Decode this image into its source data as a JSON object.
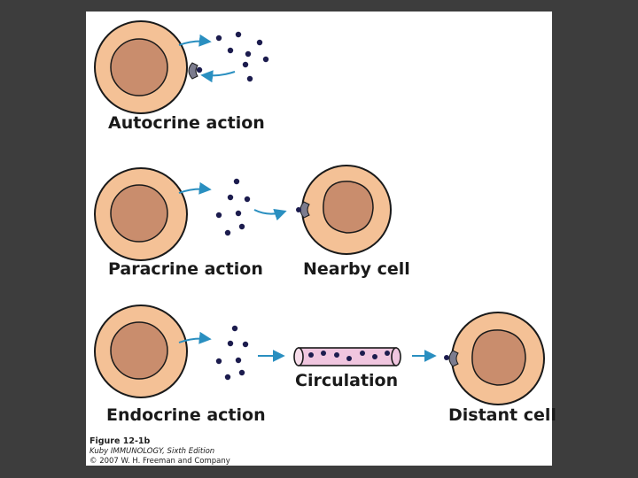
{
  "labels": {
    "autocrine": "Autocrine action",
    "paracrine": "Paracrine action",
    "nearby": "Nearby cell",
    "circulation": "Circulation",
    "endocrine": "Endocrine action",
    "distant": "Distant cell"
  },
  "caption": {
    "figure": "Figure 12-1b",
    "book": "Kuby IMMUNOLOGY, Sixth Edition",
    "copyright": "© 2007 W. H. Freeman and Company"
  },
  "colors": {
    "background": "#3d3d3d",
    "panel": "#ffffff",
    "cell_outer": "#f4c196",
    "nucleus": "#c98d6d",
    "outline": "#1a1a1a",
    "arrow": "#2a8fc0",
    "cytokine": "#1c1c4e",
    "receptor": "#7c7c8e",
    "vessel": "#f0c6df"
  }
}
